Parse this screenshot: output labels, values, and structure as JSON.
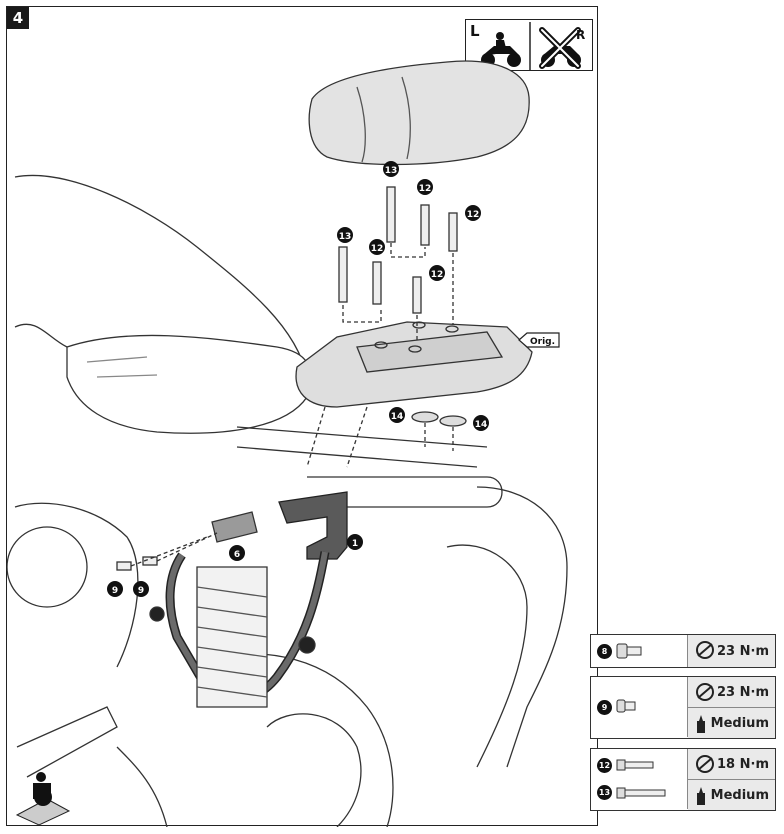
{
  "step_number": "4",
  "side_indicator": {
    "left_label": "L",
    "right_label": "R"
  },
  "callouts": {
    "c1": "1",
    "c6": "6",
    "c9a": "9",
    "c9b": "9",
    "c12a": "12",
    "c12b": "12",
    "c12c": "12",
    "c12d": "12",
    "c13a": "13",
    "c13b": "13",
    "c14a": "14",
    "c14b": "14"
  },
  "orig_label": "Orig.",
  "torque_tables": [
    {
      "items": [
        "8"
      ],
      "rows": [
        {
          "icon": "torque-wrench-icon",
          "value": "23 N·m"
        }
      ]
    },
    {
      "items": [
        "9"
      ],
      "rows": [
        {
          "icon": "torque-wrench-icon",
          "value": "23 N·m"
        },
        {
          "icon": "threadlocker-icon",
          "value": "Medium"
        }
      ]
    },
    {
      "items": [
        "12",
        "13"
      ],
      "rows": [
        {
          "icon": "torque-wrench-icon",
          "value": "18 N·m"
        },
        {
          "icon": "threadlocker-icon",
          "value": "Medium"
        }
      ]
    }
  ]
}
